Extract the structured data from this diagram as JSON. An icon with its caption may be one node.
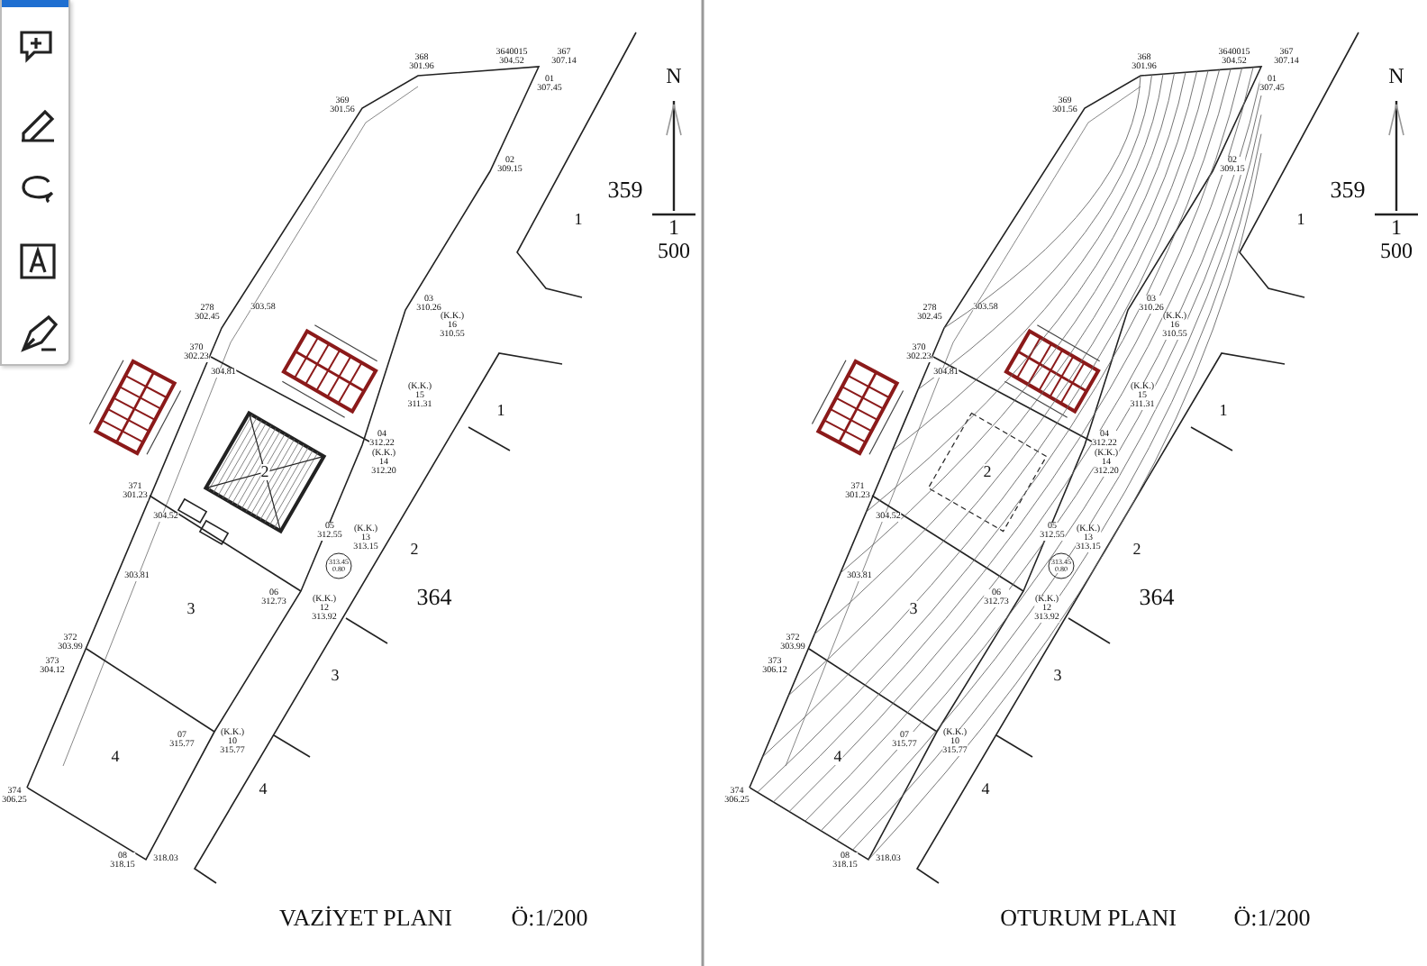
{
  "diagram": {
    "labels": [
      "N",
      "1",
      "500",
      "3640015 304.52",
      "367 307.14",
      "368 301.96",
      "01 307.45",
      "369 301.56",
      "02 309.15",
      "359",
      "1",
      "278 302.45",
      "303.58",
      "03 310.26",
      "(K.K.) 16 310.55",
      "370 302.23",
      "304.81",
      "(K.K.) 15 311.31",
      "1",
      "04 312.22",
      "(K.K.) 14 312.20",
      "2",
      "371 301.23",
      "304.52",
      "05 312.55",
      "(K.K.) 13 313.15",
      "313.45 0.80",
      "2",
      "303.81",
      "364",
      "3",
      "06 312.73",
      "(K.K.) 12 313.92",
      "372 303.99",
      "373 304.12",
      "3",
      "07 315.77",
      "(K.K.) 10 315.77",
      "4",
      "4",
      "374 306.25",
      "08 318.15",
      "318.03",
      "VAZİYET PLANI",
      "Ö:1/200",
      "N",
      "1",
      "500",
      "3640015 304.52",
      "367 307.14",
      "368 301.96",
      "01 307.45",
      "369 301.56",
      "02 309.15",
      "359",
      "1",
      "278 302.45",
      "303.58",
      "03 310.26",
      "(K.K.) 16 310.55",
      "370 302.23",
      "304.81",
      "(K.K.) 15 311.31",
      "1",
      "04 312.22",
      "(K.K.) 14 312.20",
      "2",
      "371 301.23",
      "304.52",
      "05 312.55",
      "(K.K.) 13 313.15",
      "313.45 0.80",
      "2",
      "303.81",
      "364",
      "3",
      "06 312.73",
      "(K.K.) 12 313.92",
      "372 303.99",
      "373 306.12",
      "3",
      "07 315.77",
      "(K.K.) 10 315.77",
      "4",
      "4",
      "374 306.25",
      "08 318.15",
      "318.03",
      "OTURUM PLANI",
      "Ö:1/200"
    ]
  }
}
